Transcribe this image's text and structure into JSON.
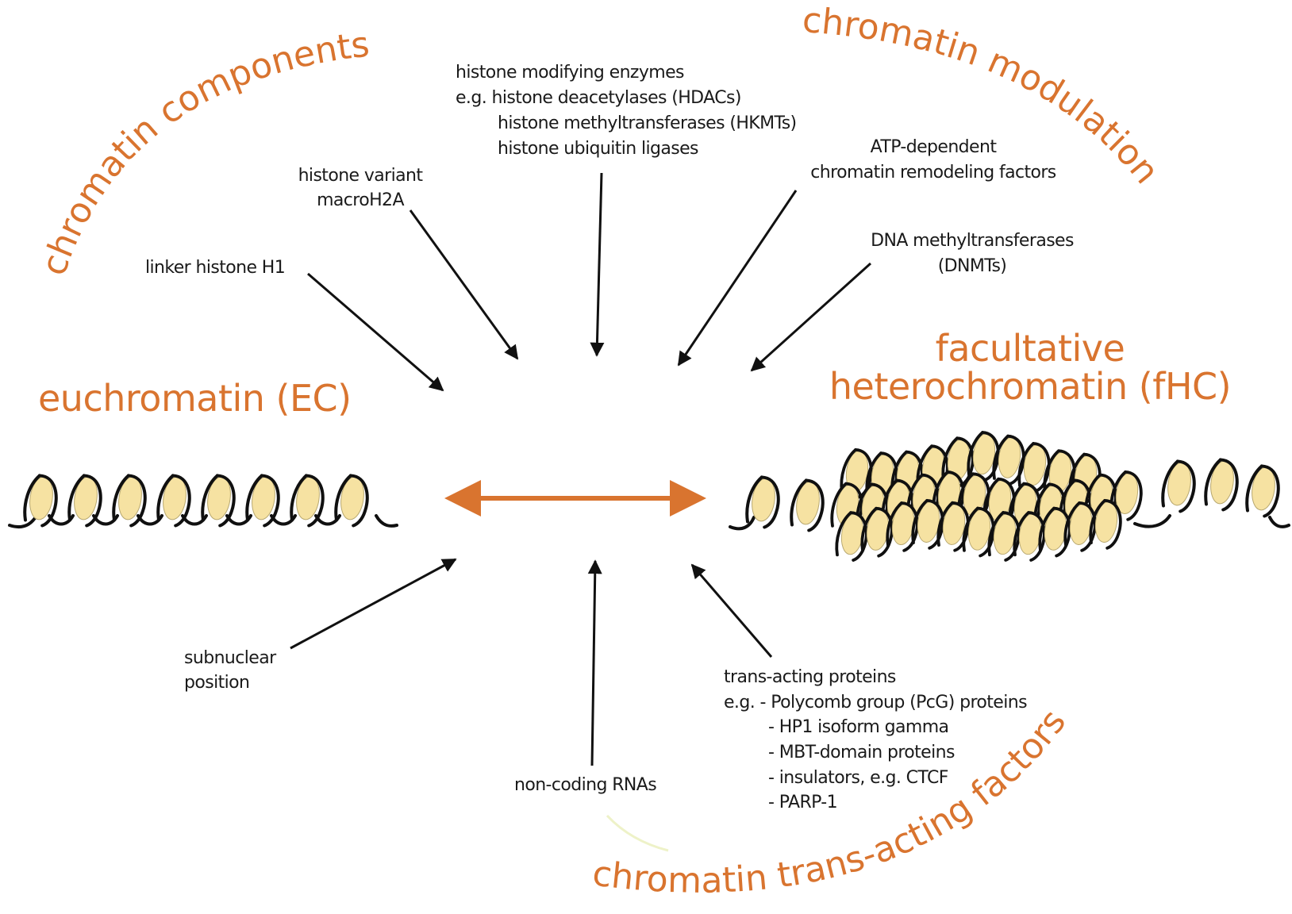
{
  "colors": {
    "accent": "#d9742f",
    "text": "#1a1a1a",
    "nucleosome": "#f6e2a2",
    "dna": "#101010"
  },
  "arc_titles": {
    "components": "chromatin components",
    "modulation": "chromatin modulation",
    "trans_acting": "chromatin trans-acting factors"
  },
  "states": {
    "euchromatin": "euchromatin (EC)",
    "facultative_1": "facultative",
    "facultative_2": "heterochromatin (fHC)"
  },
  "factors": {
    "histone_modifying": [
      "histone modifying enzymes",
      "e.g. histone deacetylases (HDACs)",
      "histone methyltransferases (HKMTs)",
      "histone ubiquitin ligases"
    ],
    "histone_variant": [
      "histone variant",
      "macroH2A"
    ],
    "linker": "linker histone H1",
    "atp_dependent": [
      "ATP-dependent",
      "chromatin remodeling factors"
    ],
    "dnmt": [
      "DNA methyltransferases",
      "(DNMTs)"
    ],
    "subnuclear": [
      "subnuclear",
      "position"
    ],
    "ncrna": "non-coding RNAs",
    "trans_acting": [
      "trans-acting proteins",
      "e.g. - Polycomb group (PcG) proteins",
      "- HP1 isoform gamma",
      "- MBT-domain proteins",
      "- insulators, e.g. CTCF",
      "- PARP-1"
    ]
  }
}
